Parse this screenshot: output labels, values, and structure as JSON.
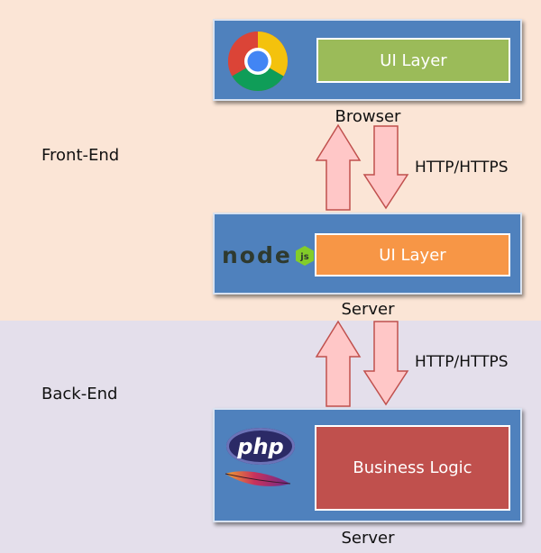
{
  "zones": {
    "front_end": "Front-End",
    "back_end": "Back-End"
  },
  "browser_tier": {
    "layer_label": "UI Layer",
    "caption": "Browser",
    "icon": "chrome-logo"
  },
  "node_tier": {
    "layer_label": "UI Layer",
    "caption": "Server",
    "logo_text": "node",
    "icon": "nodejs-logo"
  },
  "backend_tier": {
    "layer_label": "Business Logic",
    "caption": "Server",
    "logo_text": "php",
    "icons": [
      "php-logo",
      "apache-feather"
    ]
  },
  "links": {
    "top": "HTTP/HTTPS",
    "bottom": "HTTP/HTTPS"
  },
  "colors": {
    "front_bg": "#fbe5d6",
    "back_bg": "#e4dfeb",
    "tier": "#4f81bd",
    "ui_layer_green": "#9bbb59",
    "ui_layer_orange": "#f79646",
    "business_logic": "#c0504d",
    "arrow_fill": "#ffc7c7",
    "arrow_stroke": "#c0504d"
  }
}
